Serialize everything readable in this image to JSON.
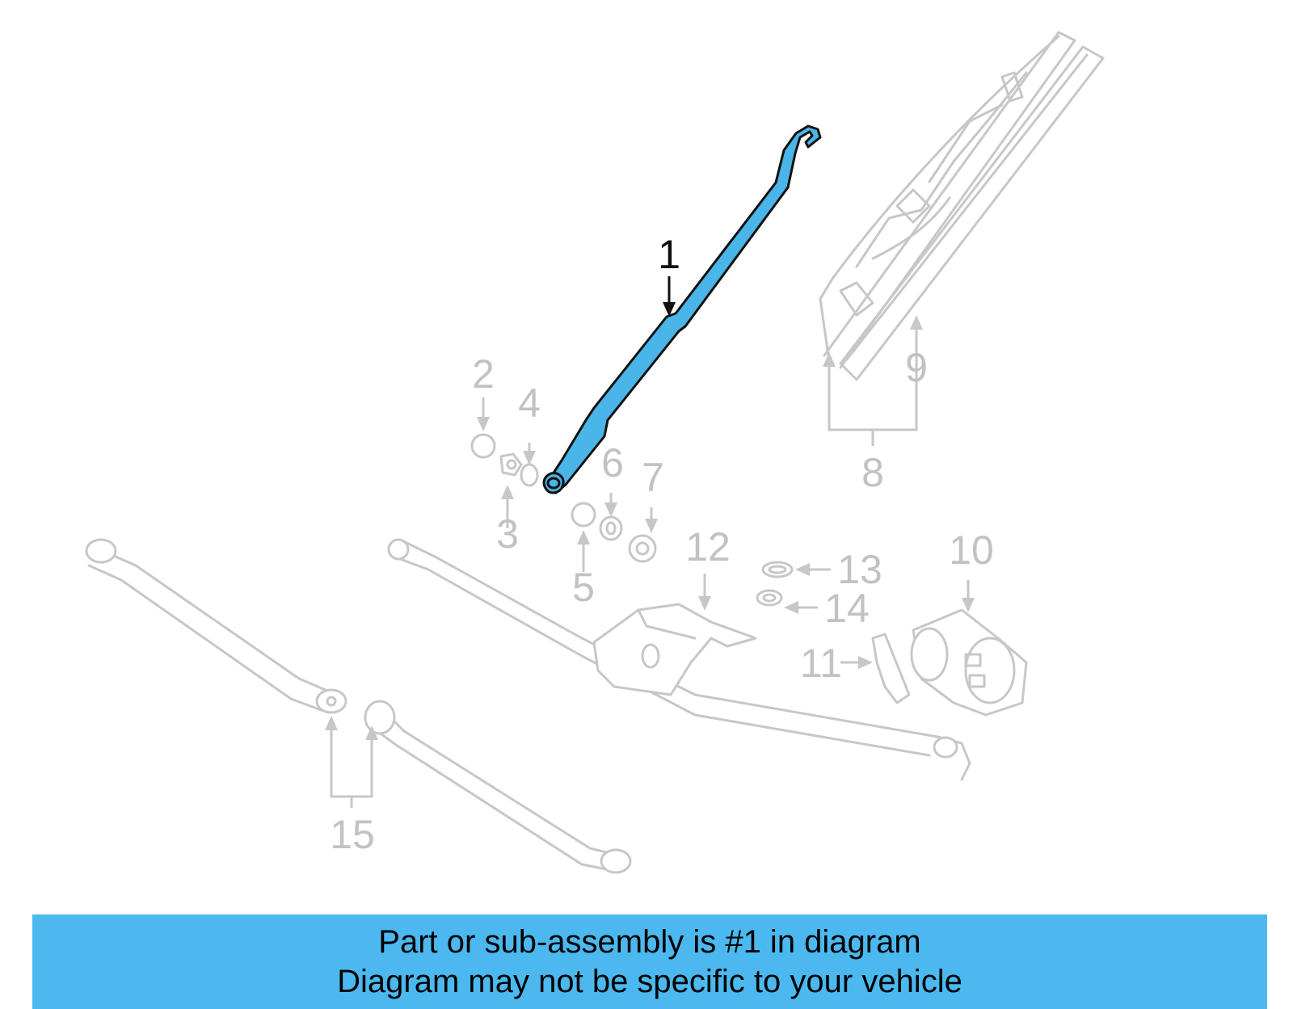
{
  "diagram": {
    "highlighted_part": "1",
    "callouts": [
      "1",
      "2",
      "3",
      "4",
      "5",
      "6",
      "7",
      "8",
      "9",
      "10",
      "11",
      "12",
      "13",
      "14",
      "15"
    ]
  },
  "banner": {
    "line1": "Part or sub-assembly is #1 in diagram",
    "line2": "Diagram may not be specific to your vehicle",
    "color": "#4bb9f0"
  },
  "colors": {
    "highlight": "#49b5e8",
    "ghost": "#c7c7c7"
  }
}
